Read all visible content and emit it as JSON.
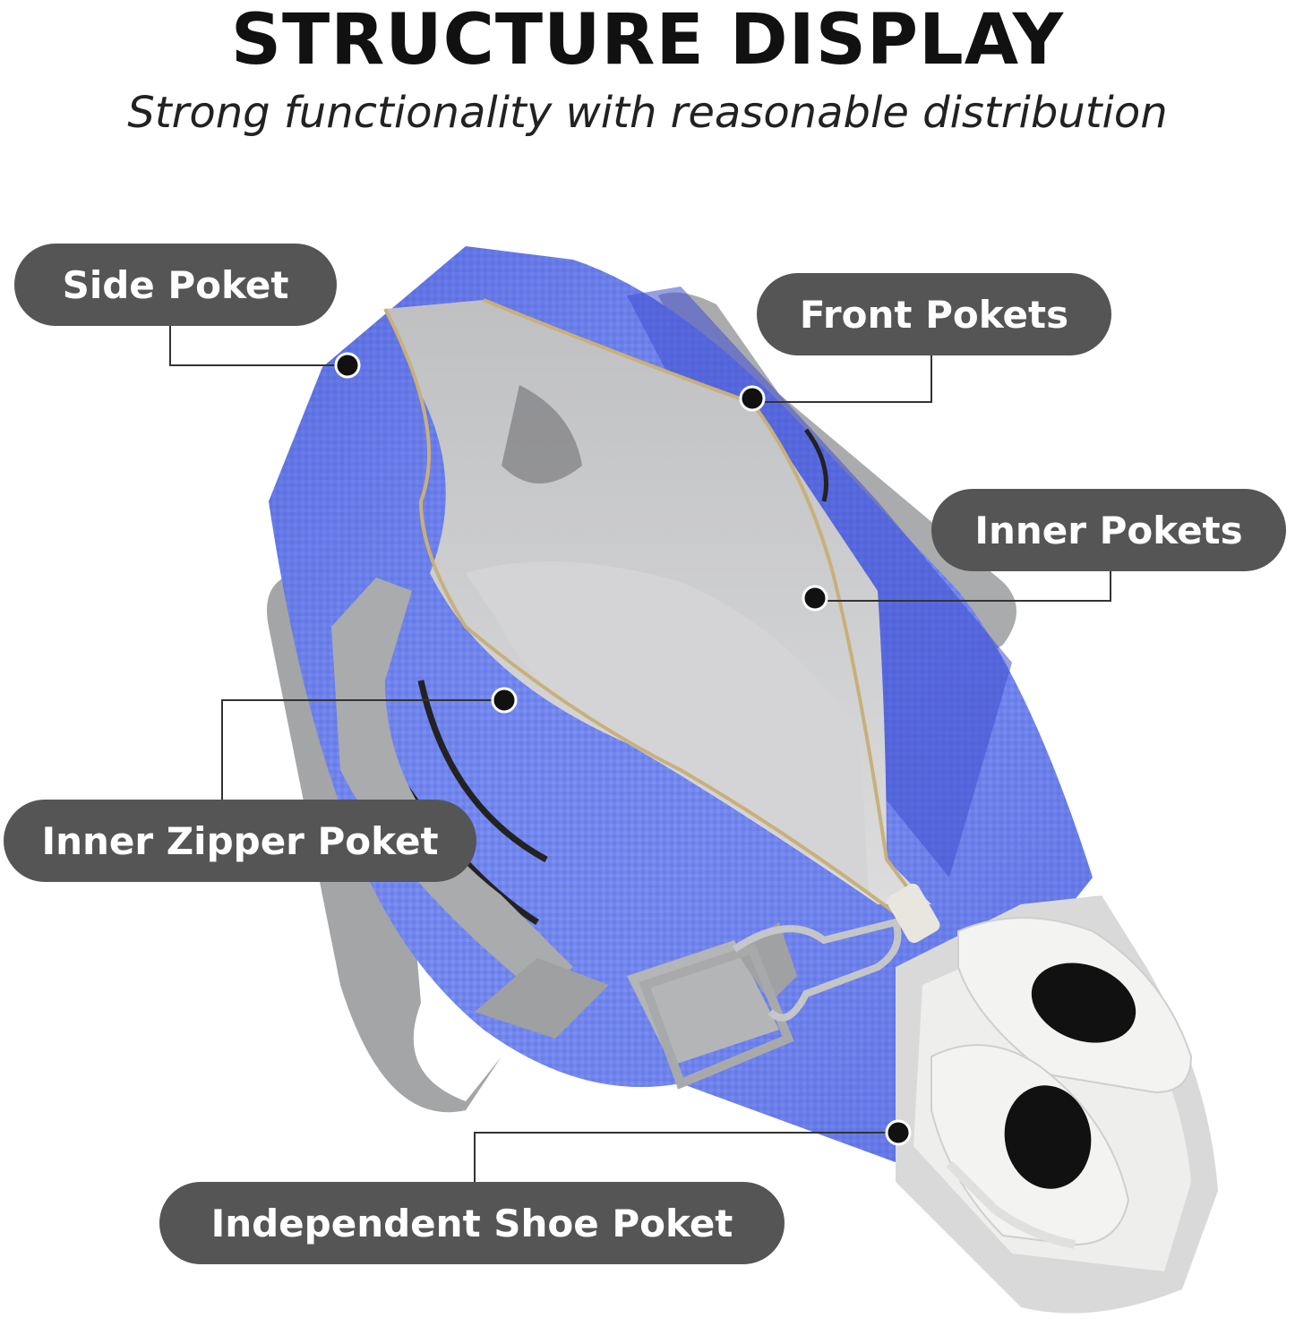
{
  "header": {
    "title": "STRUCTURE DISPLAY",
    "subtitle": "Strong functionality with reasonable distribution"
  },
  "callouts": [
    {
      "label": "Side Poket"
    },
    {
      "label": "Front Pokets"
    },
    {
      "label": "Inner Pokets"
    },
    {
      "label": "Inner Zipper Poket"
    },
    {
      "label": "Independent Shoe Poket"
    }
  ],
  "colors": {
    "bag_blue": "#6f84ee",
    "bag_blue_dark": "#4a58d6",
    "lining_gray": "#c9cacc",
    "strap_gray": "#a9abad",
    "callout_bg": "#555555",
    "shoe_white": "#f3f3f1"
  }
}
